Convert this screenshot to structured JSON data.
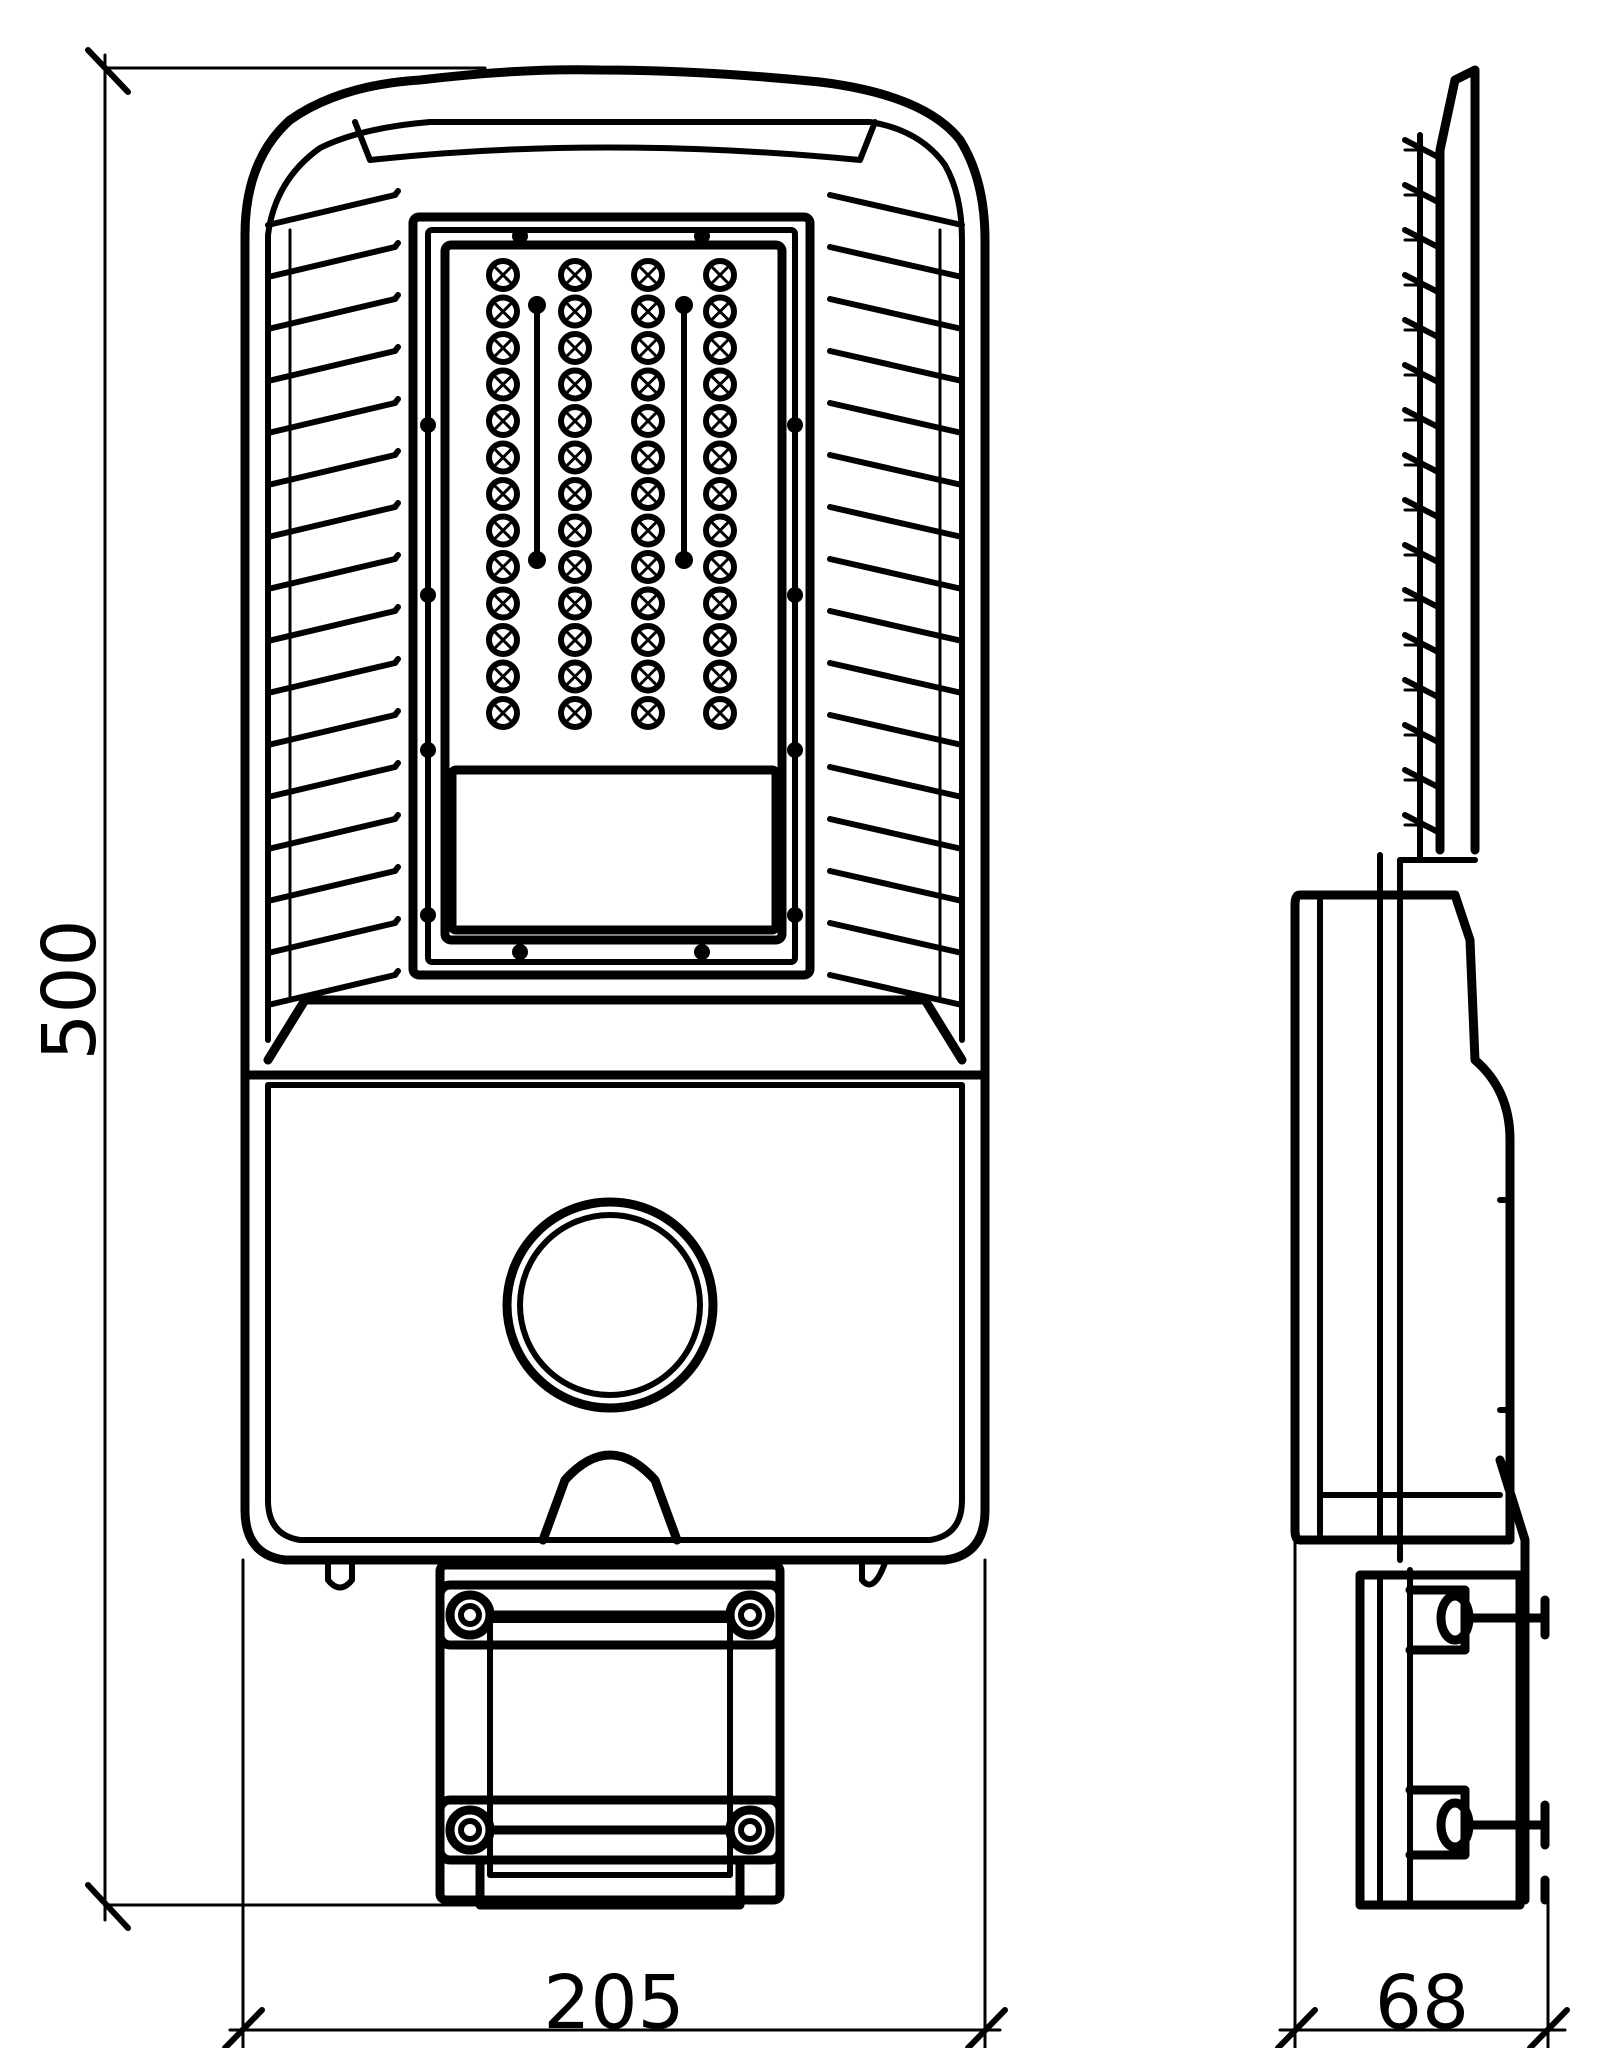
{
  "drawing": {
    "dimensions": {
      "height": "500",
      "width": "205",
      "depth": "68"
    }
  }
}
